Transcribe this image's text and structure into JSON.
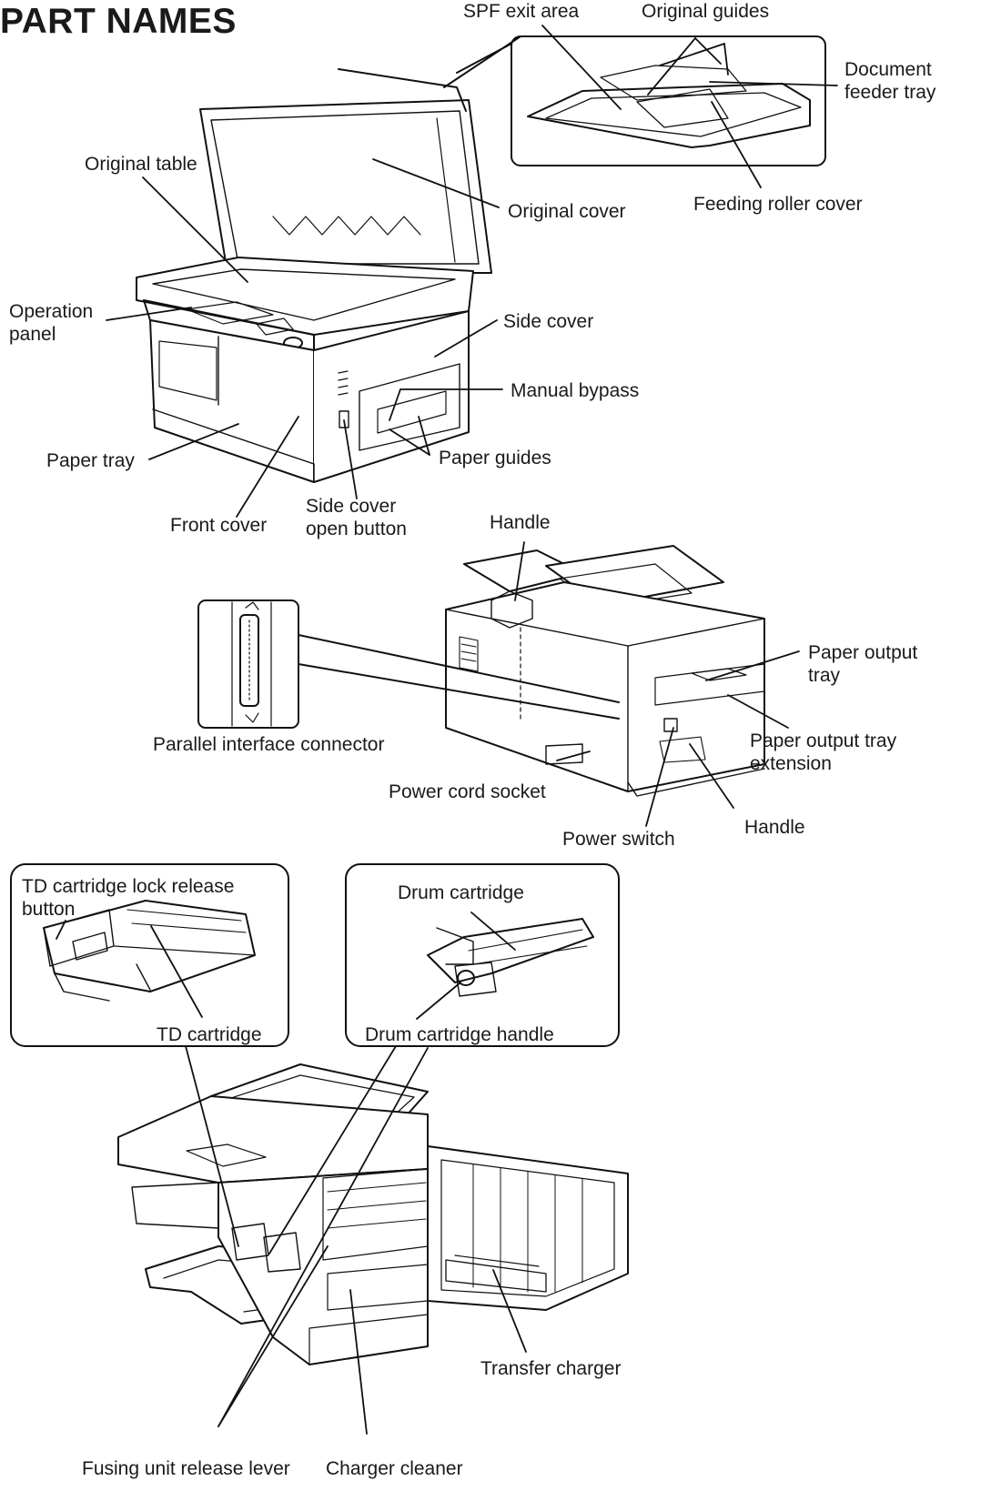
{
  "page": {
    "title": "PART NAMES"
  },
  "labels": {
    "spf_exit_area": "SPF exit area",
    "original_guides": "Original guides",
    "document_feeder_tray_1": "Document",
    "document_feeder_tray_2": "feeder tray",
    "feeding_roller_cover": "Feeding roller cover",
    "original_table": "Original table",
    "original_cover": "Original cover",
    "operation_panel_1": "Operation",
    "operation_panel_2": "panel",
    "side_cover": "Side cover",
    "manual_bypass": "Manual bypass",
    "paper_tray": "Paper tray",
    "paper_guides": "Paper guides",
    "front_cover": "Front cover",
    "side_cover_open_button_1": "Side cover",
    "side_cover_open_button_2": "open button",
    "handle_top": "Handle",
    "paper_output_tray_1": "Paper output",
    "paper_output_tray_2": "tray",
    "parallel_interface_connector": "Parallel interface connector",
    "paper_output_tray_extension_1": "Paper output tray",
    "paper_output_tray_extension_2": "extension",
    "power_cord_socket": "Power cord socket",
    "handle_bottom": "Handle",
    "power_switch": "Power switch",
    "td_lock_release_1": "TD cartridge lock release",
    "td_lock_release_2": "button",
    "drum_cartridge": "Drum cartridge",
    "td_cartridge": "TD cartridge",
    "drum_cartridge_handle": "Drum cartridge handle",
    "transfer_charger": "Transfer charger",
    "fusing_unit_release_lever": "Fusing unit release lever",
    "charger_cleaner": "Charger cleaner"
  }
}
